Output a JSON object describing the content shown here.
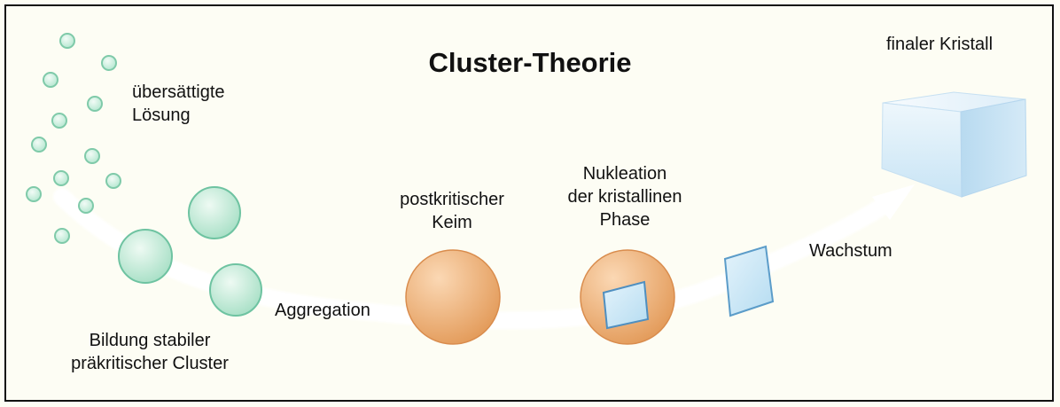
{
  "title": "Cluster-Theorie",
  "labels": {
    "supersaturated_line1": "übersättigte",
    "supersaturated_line2": "Lösung",
    "stable_clusters_line1": "Bildung stabiler",
    "stable_clusters_line2": "präkritischer Cluster",
    "aggregation": "Aggregation",
    "postcritical_line1": "postkritischer",
    "postcritical_line2": "Keim",
    "nucleation_line1": "Nukleation",
    "nucleation_line2": "der kristallinen",
    "nucleation_line3": "Phase",
    "growth": "Wachstum",
    "final_crystal": "finaler Kristall"
  },
  "colors": {
    "background": "#fdfdf4",
    "cluster_green": "#b7e8d2",
    "cluster_stroke": "#6ec3a1",
    "nucleus_orange": "#e8a86a",
    "crystal_blue": "#c9e6f6",
    "crystal_stroke": "#5b9cc9",
    "path_white": "#ffffff"
  }
}
